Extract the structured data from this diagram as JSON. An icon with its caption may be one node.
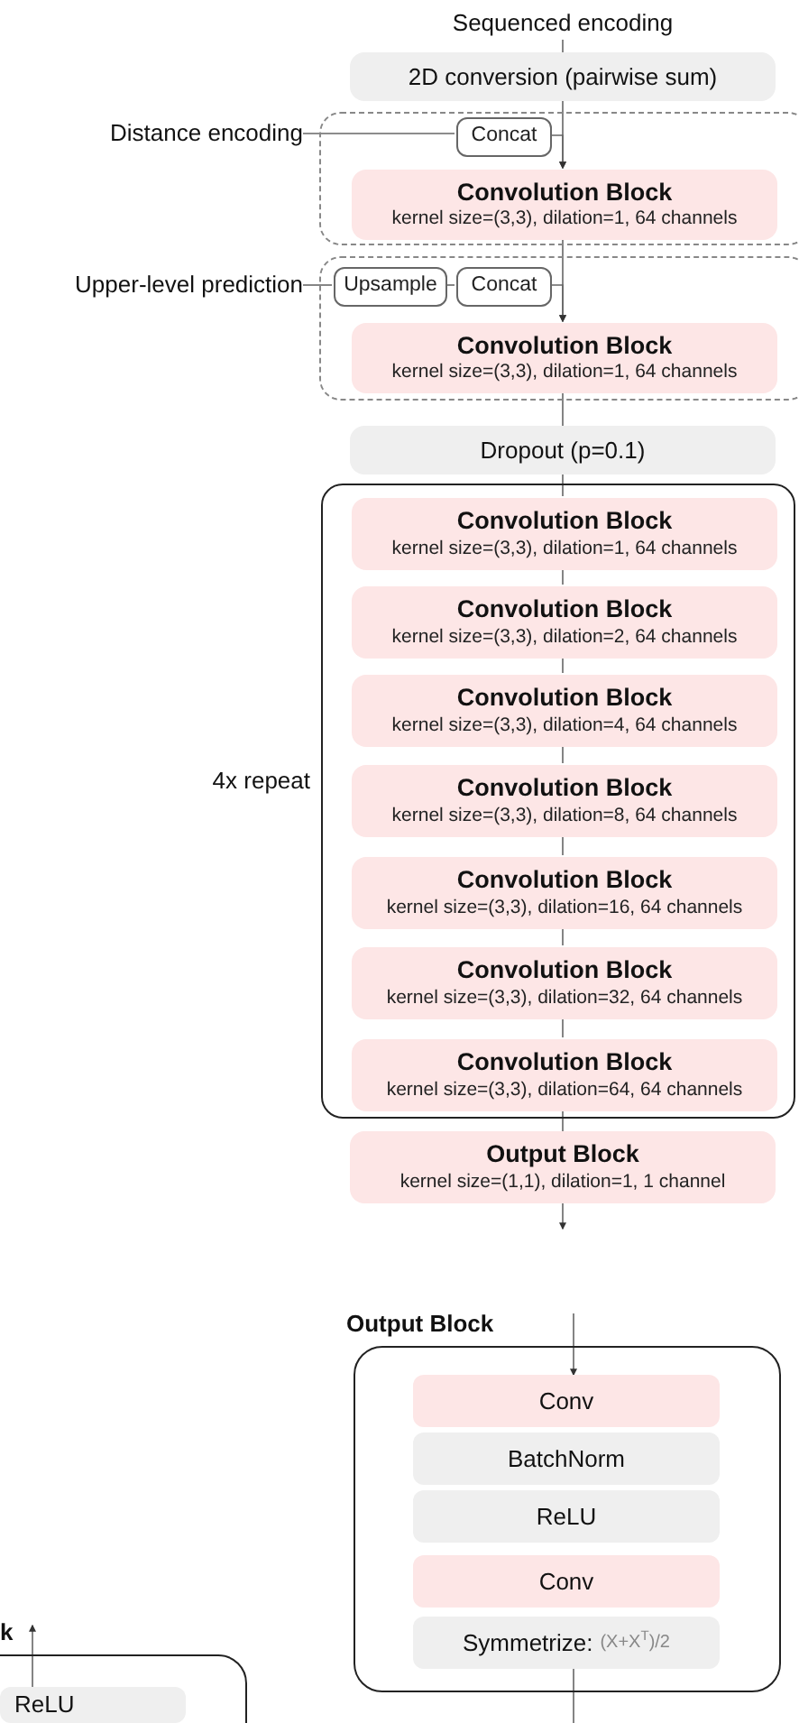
{
  "diagram": {
    "nodes": [
      {
        "text": [
          "Sequenced encoding"
        ]
      },
      {
        "text": [
          "2D conversion (pairwise sum)"
        ]
      },
      {
        "text": [],
        "shape": "box"
      },
      {
        "text": [
          "Distance encoding"
        ]
      },
      {
        "text": [
          "Concat"
        ],
        "in": 2
      },
      {
        "text": [
          "Convolution Block",
          "kernel size=(3,3), dilation=1, 64 channels"
        ],
        "in": 2
      },
      {
        "text": [],
        "shape": "box"
      },
      {
        "text": [
          "Upper-level prediction"
        ]
      },
      {
        "text": [
          "Upsample"
        ],
        "in": 6
      },
      {
        "text": [
          "Concat"
        ],
        "in": 6
      },
      {
        "text": [
          "Convolution Block",
          "kernel size=(3,3), dilation=1, 64 channels"
        ],
        "in": 6
      },
      {
        "text": [
          "Dropout (p=0.1)"
        ]
      },
      {
        "text": [],
        "shape": "box",
        "beside": [
          "4x repeat"
        ]
      },
      {
        "text": [
          "Convolution Block",
          "kernel size=(3,3), dilation=1, 64 channels"
        ],
        "in": 12
      },
      {
        "text": [
          "Convolution Block",
          "kernel size=(3,3), dilation=2, 64 channels"
        ],
        "in": 12
      },
      {
        "text": [
          "Convolution Block",
          "kernel size=(3,3), dilation=4, 64 channels"
        ],
        "in": 12
      },
      {
        "text": [
          "Convolution Block",
          "kernel size=(3,3), dilation=8, 64 channels"
        ],
        "in": 12
      },
      {
        "text": [
          "Convolution Block",
          "kernel size=(3,3), dilation=16, 64 channels"
        ],
        "in": 12
      },
      {
        "text": [
          "Convolution Block",
          "kernel size=(3,3), dilation=32, 64 channels"
        ],
        "in": 12
      },
      {
        "text": [
          "Convolution Block",
          "kernel size=(3,3), dilation=64, 64 channels"
        ],
        "in": 12
      },
      {
        "text": [
          "Output Block",
          "kernel size=(1,1), dilation=1, 1 channel"
        ]
      },
      {
        "text": [
          "Output Block"
        ]
      },
      {
        "text": [
          "Conv"
        ],
        "in": 21
      },
      {
        "text": [
          "BatchNorm"
        ],
        "in": 21
      },
      {
        "text": [
          "ReLU"
        ],
        "in": 21
      },
      {
        "text": [
          "Conv"
        ],
        "in": 21
      },
      {
        "text": [
          "Symmetrize:",
          "(X+X$^{T}$)/2"
        ],
        "in": 21
      },
      {
        "text": [
          "k"
        ]
      },
      {
        "text": [
          "ReLU"
        ],
        "in": 27
      }
    ],
    "edges": [
      {
        "from": 0,
        "to": 1,
        "arrow": "none"
      },
      {
        "from": 1,
        "to": 5,
        "arrow": "to"
      },
      {
        "from": 3,
        "to": 4,
        "arrow": "none"
      },
      {
        "from": 4,
        "to": 5,
        "arrow": "to"
      },
      {
        "from": 5,
        "to": 10,
        "arrow": "to"
      },
      {
        "from": 7,
        "to": 8,
        "arrow": "none"
      },
      {
        "from": 8,
        "to": 9,
        "arrow": "none"
      },
      {
        "from": 9,
        "to": 10,
        "arrow": "to"
      },
      {
        "from": 10,
        "to": 11,
        "arrow": "none"
      },
      {
        "from": 11,
        "to": 13,
        "arrow": "none"
      },
      {
        "from": 13,
        "to": 14,
        "arrow": "none"
      },
      {
        "from": 14,
        "to": 15,
        "arrow": "none"
      },
      {
        "from": 15,
        "to": 16,
        "arrow": "none"
      },
      {
        "from": 16,
        "to": 17,
        "arrow": "none"
      },
      {
        "from": 17,
        "to": 18,
        "arrow": "none"
      },
      {
        "from": 18,
        "to": 19,
        "arrow": "none"
      },
      {
        "from": 19,
        "to": 20,
        "arrow": "none"
      },
      {
        "from": 20,
        "to": null,
        "arrow": "to"
      },
      {
        "from": null,
        "to": 22,
        "arrow": "to"
      },
      {
        "from": 26,
        "to": null,
        "arrow": "none"
      },
      {
        "from": 28,
        "to": null,
        "arrow": "to"
      }
    ]
  }
}
